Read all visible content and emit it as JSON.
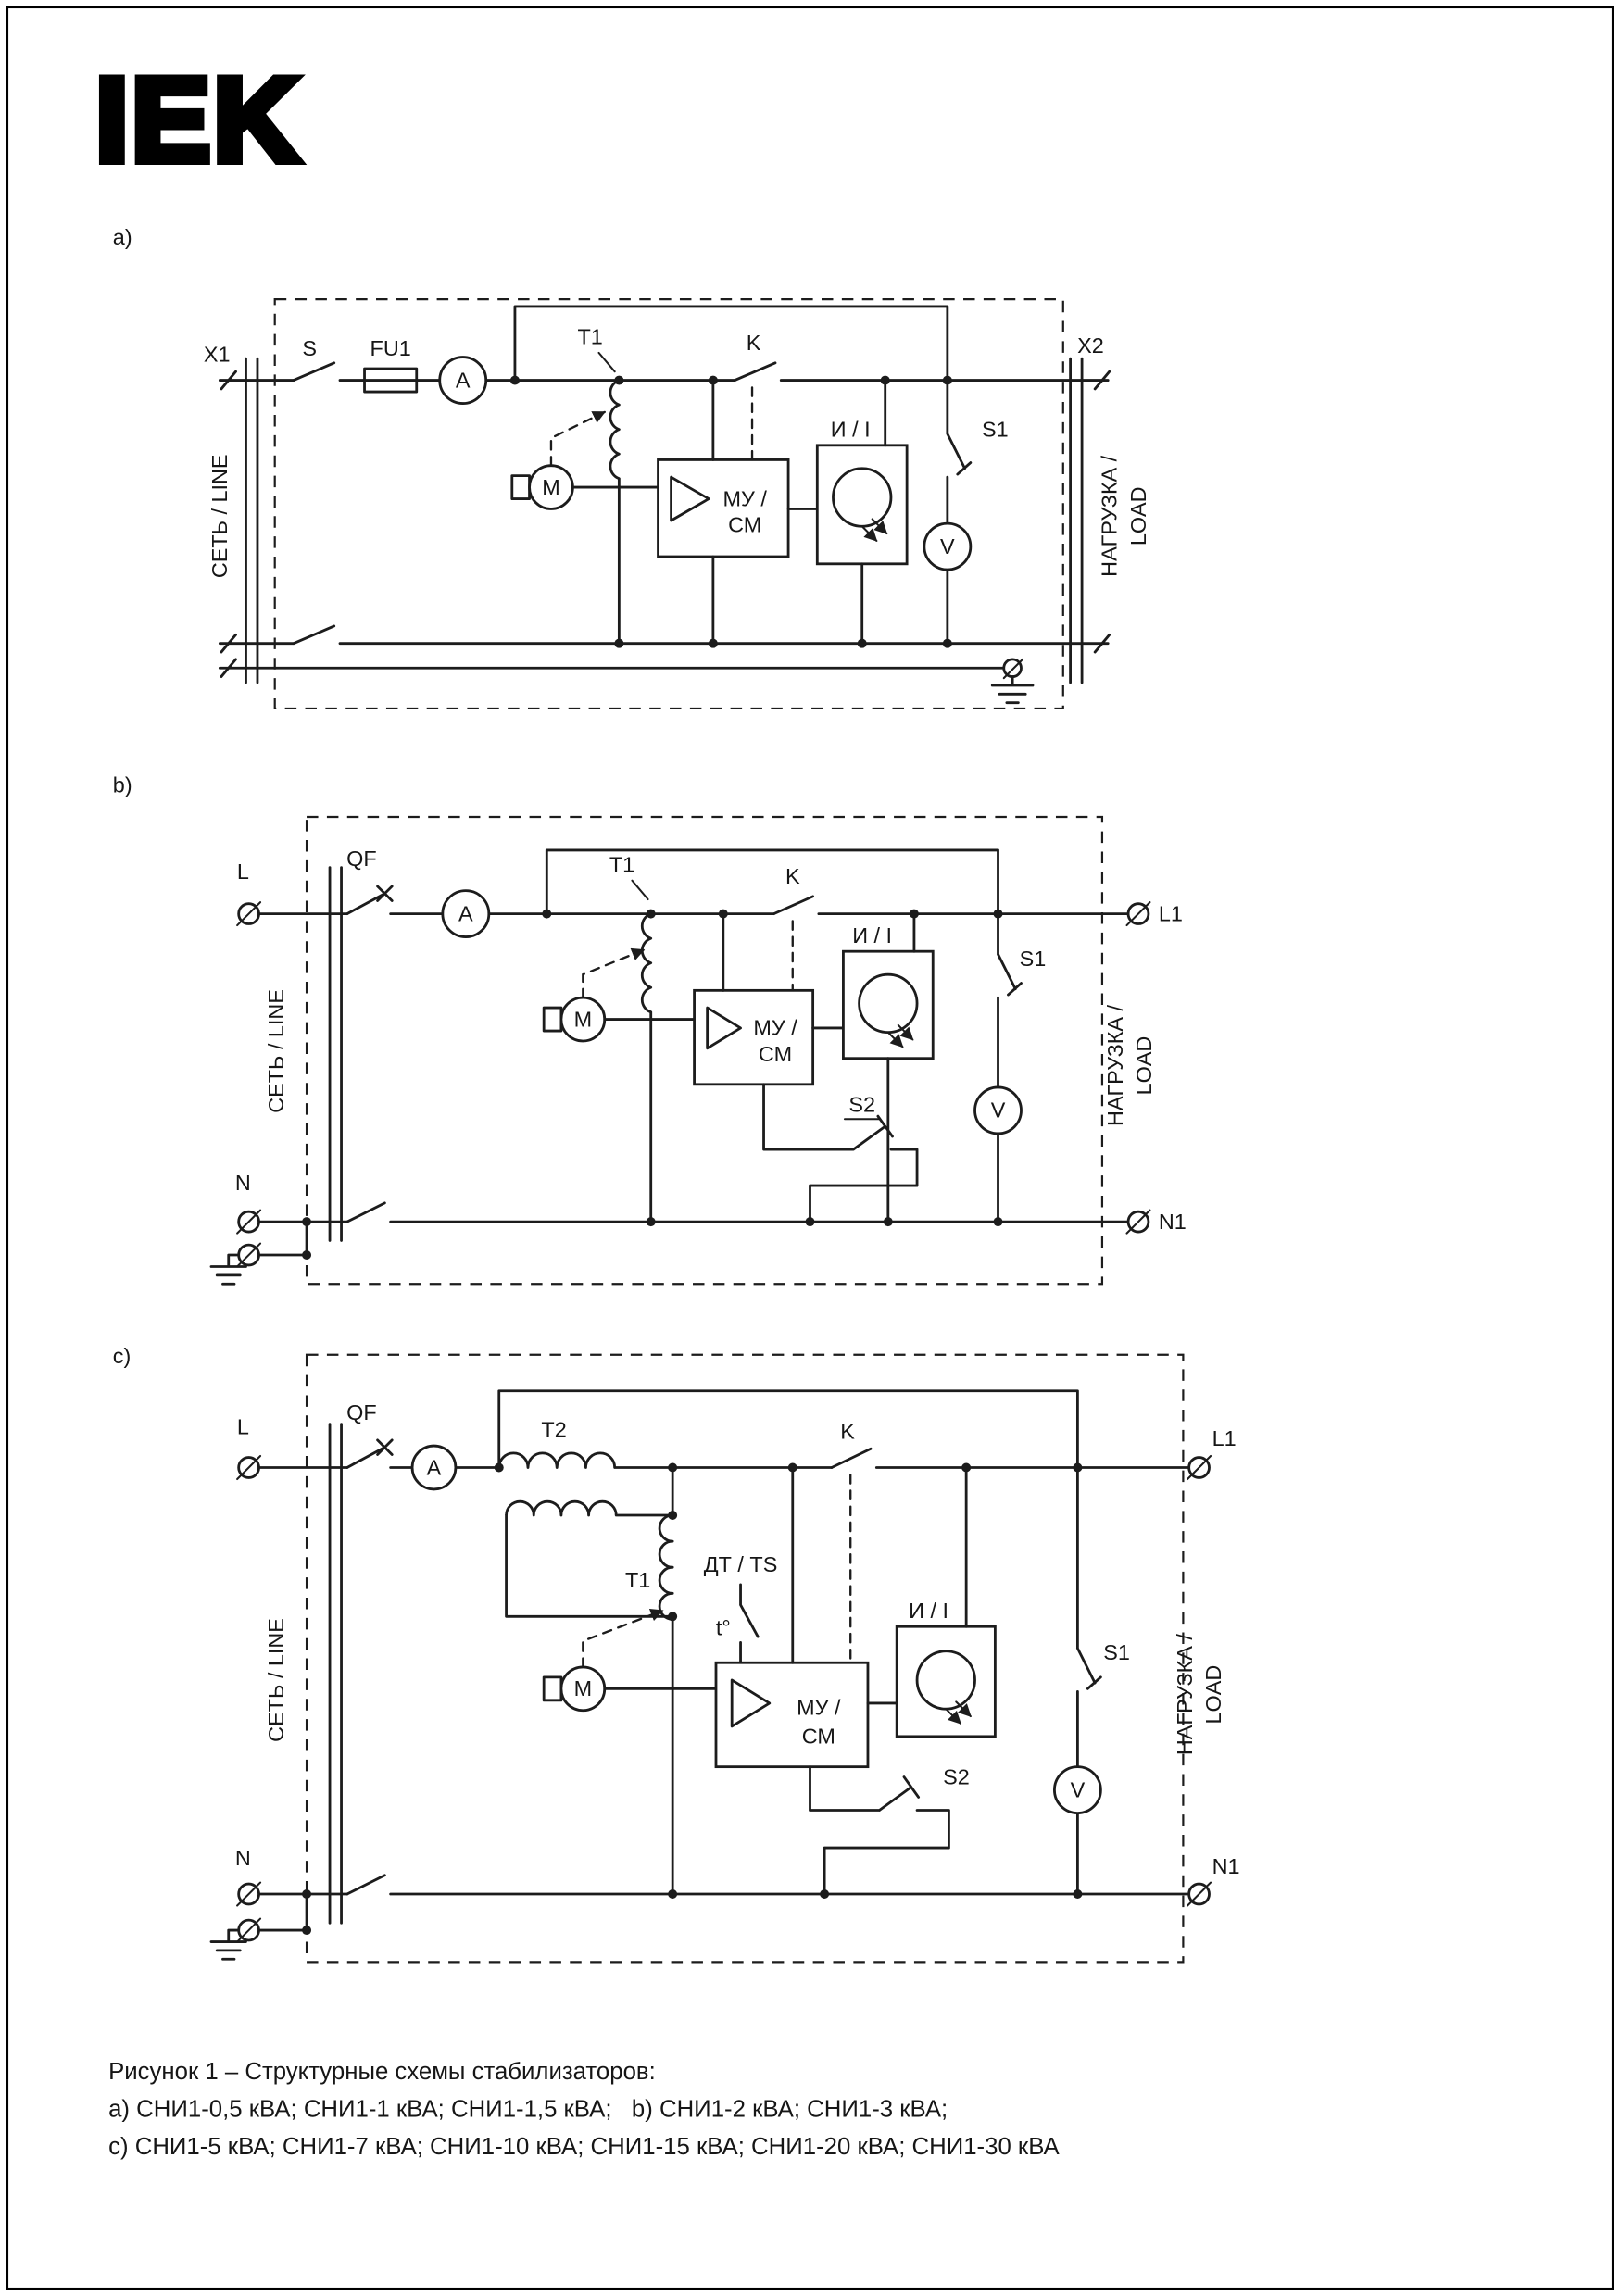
{
  "page": {
    "logo_text": "IEK",
    "caption_line1": "Рисунок 1 – Структурные схемы стабилизаторов:",
    "caption_line2": "a) СНИ1-0,5 кВА; СНИ1-1 кВА; СНИ1-1,5 кВА;   b) СНИ1-2 кВА; СНИ1-3 кВА;",
    "caption_line3": "c) СНИ1-5 кВА; СНИ1-7 кВА; СНИ1-10 кВА; СНИ1-15 кВА; СНИ1-20 кВА; СНИ1-30 кВА"
  },
  "diagram_a": {
    "label": "a)",
    "input_terminal": "X1",
    "output_terminal": "X2",
    "power_switch": "S",
    "fuse": "FU1",
    "ammeter": "A",
    "autotransformer": "T1",
    "bypass_contact": "K",
    "indicator_unit": "И / I",
    "switch_s1": "S1",
    "voltmeter": "V",
    "motor": "M",
    "control_unit_line1": "МУ /",
    "control_unit_line2": "СМ",
    "left_label": "СЕТЬ / LINE",
    "right_label_line1": "НАГРУЗКА /",
    "right_label_line2": "LOAD"
  },
  "diagram_b": {
    "label": "b)",
    "line_terminal": "L",
    "neutral_terminal": "N",
    "line_out_terminal": "L1",
    "neutral_out_terminal": "N1",
    "breaker": "QF",
    "ammeter": "A",
    "autotransformer": "T1",
    "bypass_contact": "K",
    "indicator_unit": "И / I",
    "switch_s1": "S1",
    "switch_s2": "S2",
    "voltmeter": "V",
    "motor": "M",
    "control_unit_line1": "МУ /",
    "control_unit_line2": "СМ",
    "left_label": "СЕТЬ / LINE",
    "right_label_line1": "НАГРУЗКА /",
    "right_label_line2": "LOAD"
  },
  "diagram_c": {
    "label": "c)",
    "line_terminal": "L",
    "neutral_terminal": "N",
    "line_out_terminal": "L1",
    "neutral_out_terminal": "N1",
    "breaker": "QF",
    "ammeter": "A",
    "series_transformer": "T2",
    "autotransformer": "T1",
    "temp_sensor": "ДТ / TS",
    "temp_mark": "t°",
    "bypass_contact": "K",
    "indicator_unit": "И / I",
    "switch_s1": "S1",
    "switch_s2": "S2",
    "voltmeter": "V",
    "motor": "M",
    "control_unit_line1": "МУ /",
    "control_unit_line2": "СМ",
    "left_label": "СЕТЬ / LINE",
    "right_label_line1": "НАГРУЗКА /",
    "right_label_line2": "LOAD"
  }
}
